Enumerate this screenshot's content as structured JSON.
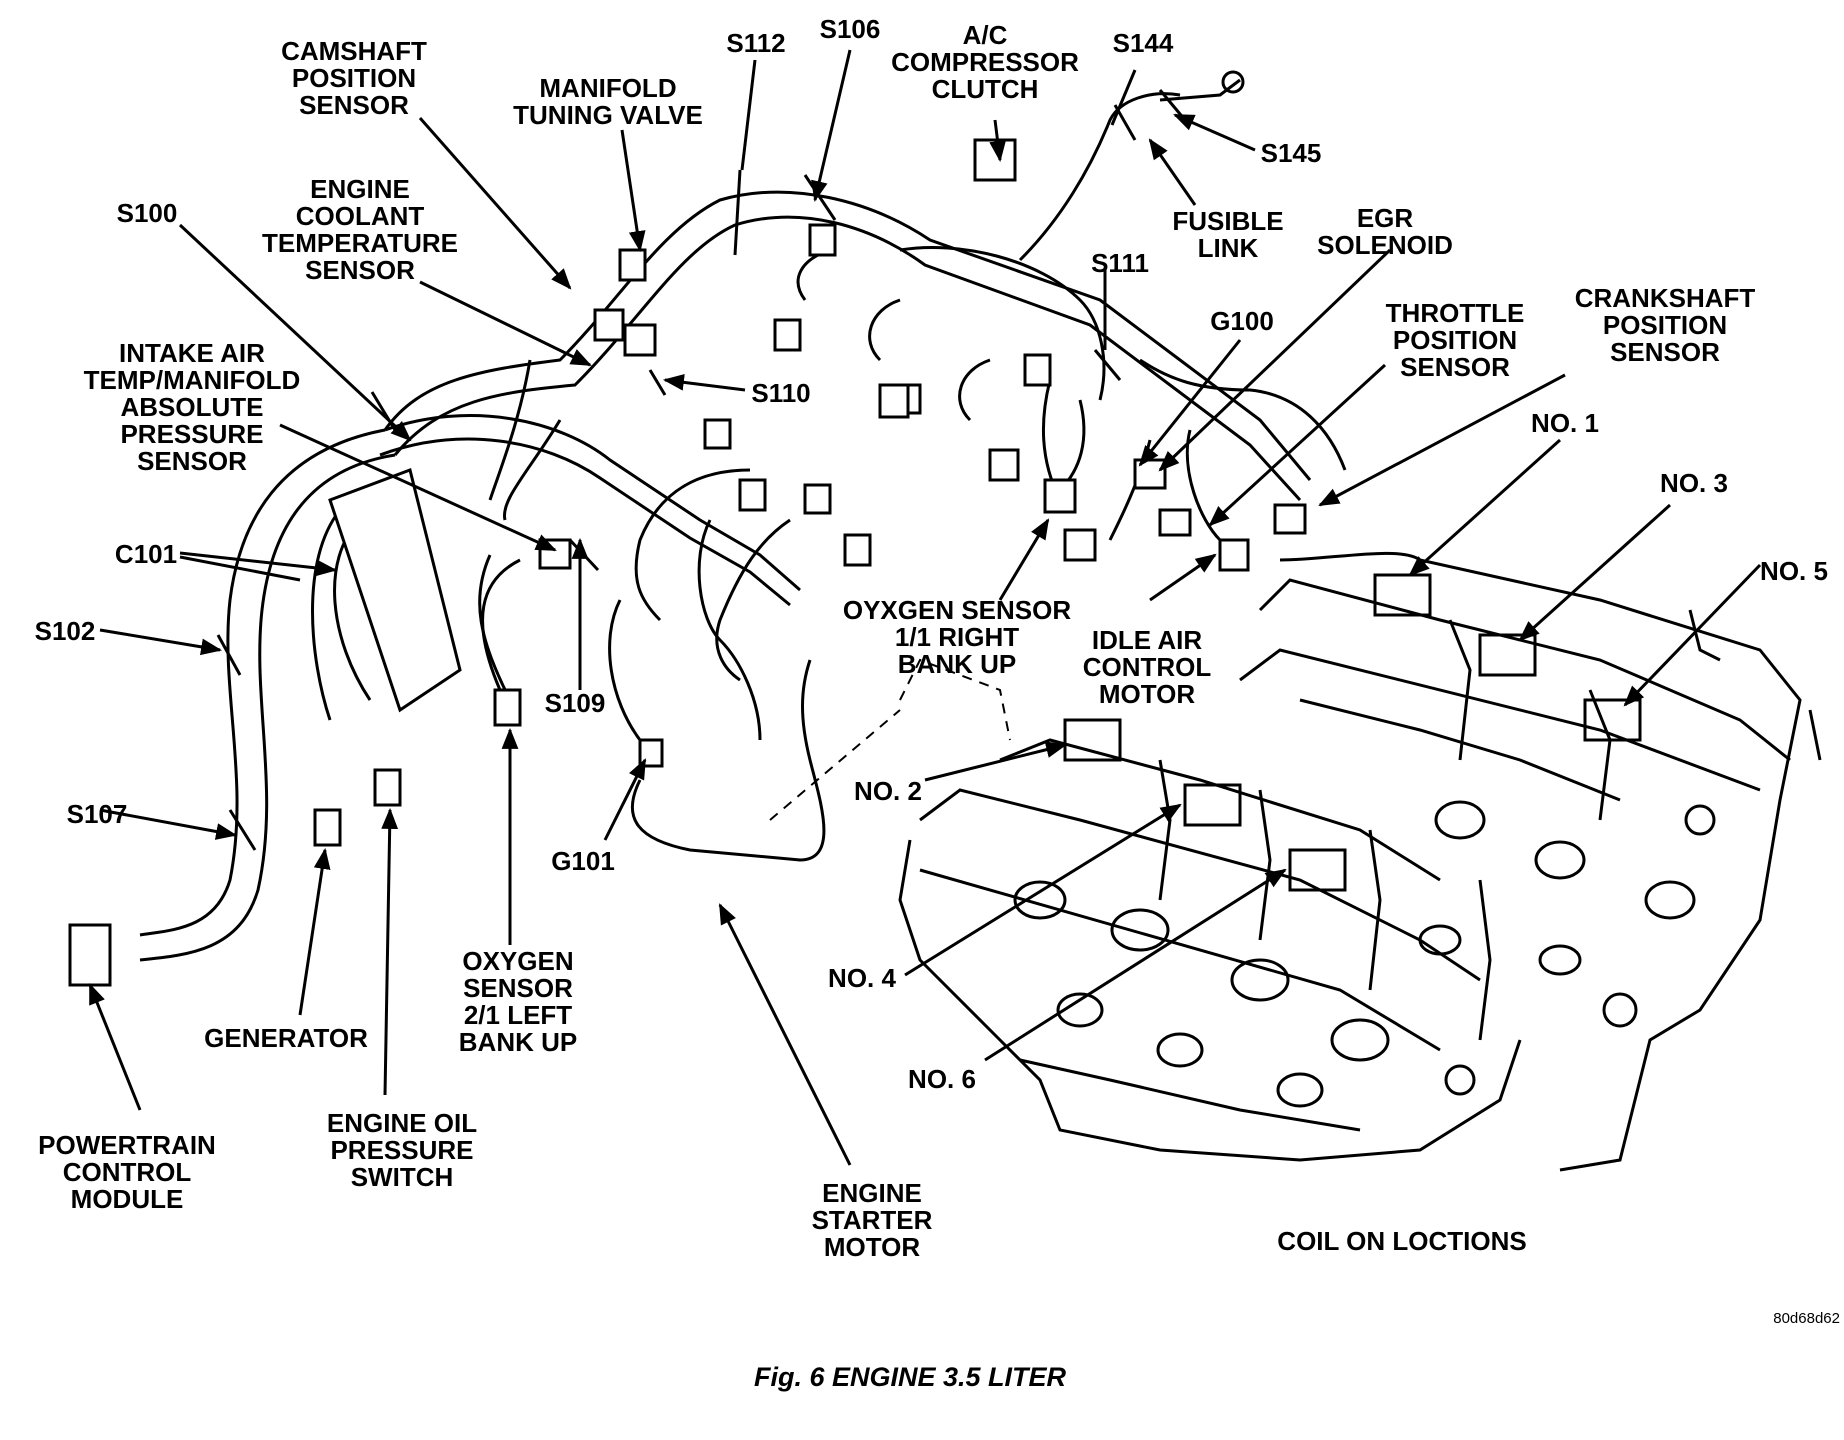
{
  "labels": {
    "camshaft": "CAMSHAFT\nPOSITION\nSENSOR",
    "manifold_tuning": "MANIFOLD\nTUNING VALVE",
    "s112": "S112",
    "s106": "S106",
    "ac_clutch": "A/C\nCOMPRESSOR\nCLUTCH",
    "s144": "S144",
    "s145": "S145",
    "fusible_link": "FUSIBLE\nLINK",
    "egr": "EGR\nSOLENOID",
    "s100": "S100",
    "ect": "ENGINE\nCOOLANT\nTEMPERATURE\nSENSOR",
    "s111": "S111",
    "g100": "G100",
    "tps": "THROTTLE\nPOSITION\nSENSOR",
    "ckp": "CRANKSHAFT\nPOSITION\nSENSOR",
    "iat_map": "INTAKE AIR\nTEMP/MANIFOLD\nABSOLUTE\nPRESSURE\nSENSOR",
    "s110": "S110",
    "no1": "NO. 1",
    "no3": "NO. 3",
    "no5": "NO. 5",
    "c101": "C101",
    "s102": "S102",
    "o2_right": "OYXGEN SENSOR\n1/1 RIGHT\nBANK UP",
    "iac": "IDLE AIR\nCONTROL\nMOTOR",
    "s109": "S109",
    "s107": "S107",
    "no2": "NO. 2",
    "g101": "G101",
    "no4": "NO. 4",
    "no6": "NO. 6",
    "generator": "GENERATOR",
    "o2_left": "OXYGEN\nSENSOR\n2/1 LEFT\nBANK UP",
    "oil_pressure": "ENGINE OIL\nPRESSURE\nSWITCH",
    "pcm": "POWERTRAIN\nCONTROL\nMODULE",
    "starter": "ENGINE\nSTARTER\nMOTOR",
    "coil_locations": "COIL ON LOCTIONS"
  },
  "figure_code": "80d68d62",
  "caption": "Fig. 6 ENGINE 3.5 LITER"
}
